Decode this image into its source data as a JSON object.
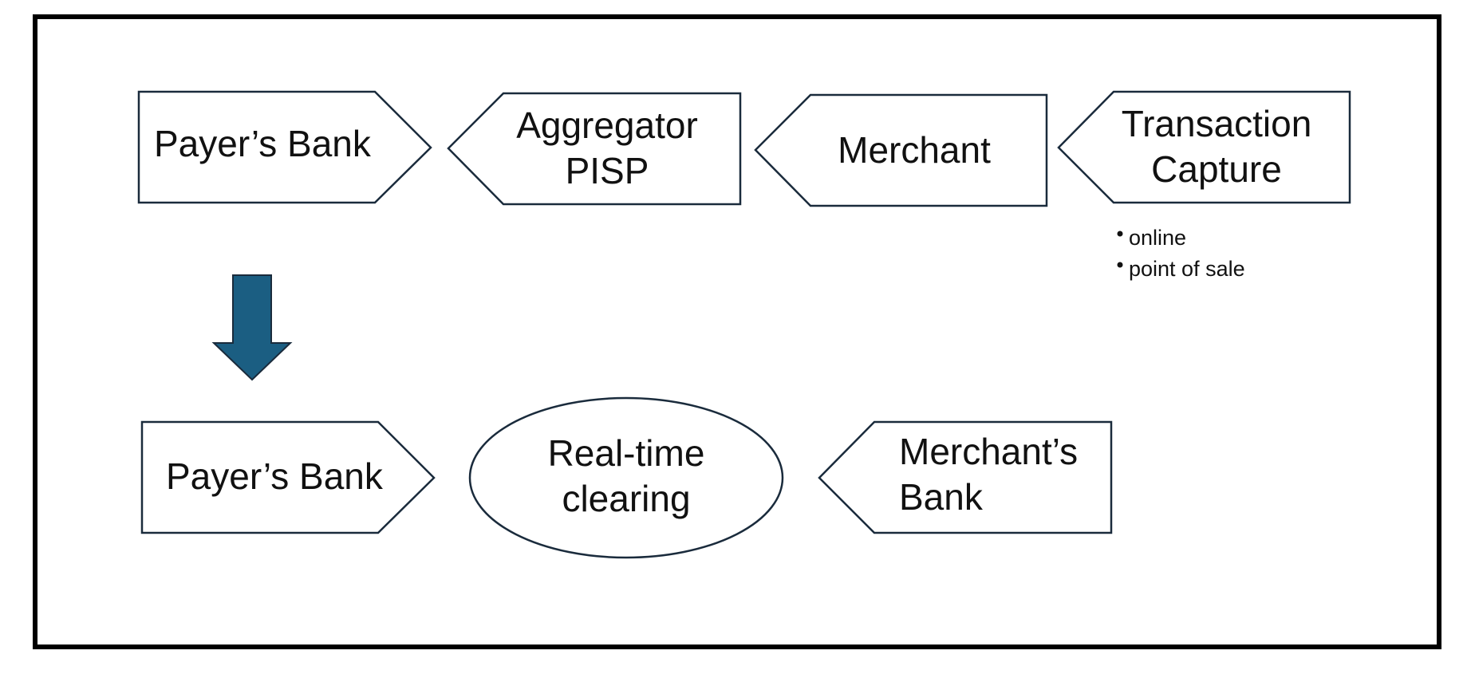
{
  "diagram": {
    "top_row": {
      "payers_bank": "Payer’s Bank",
      "aggregator_line1": "Aggregator",
      "aggregator_line2": "PISP",
      "merchant": "Merchant",
      "transaction_line1": "Transaction",
      "transaction_line2": "Capture",
      "capture_methods": [
        "online",
        "point of sale"
      ]
    },
    "bottom_row": {
      "payers_bank": "Payer’s Bank",
      "clearing_line1": "Real-time",
      "clearing_line2": "clearing",
      "merchants_bank_line1": "Merchant’s",
      "merchants_bank_line2": "Bank"
    },
    "colors": {
      "outline": "#1a2b3c",
      "arrow_fill": "#1b5e82",
      "frame": "#000000"
    }
  }
}
